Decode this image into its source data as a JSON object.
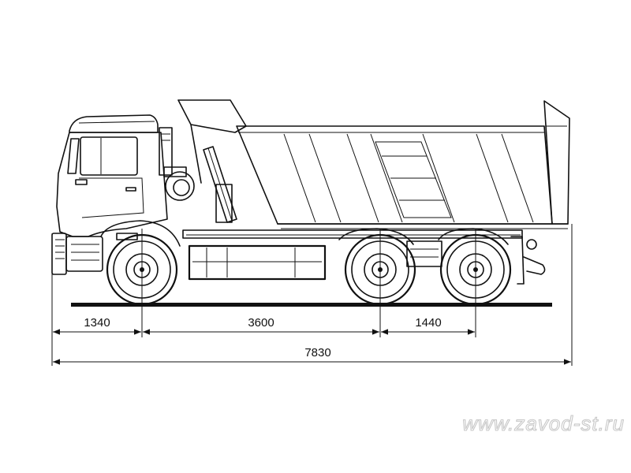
{
  "diagram": {
    "subject": "dump-truck-side-view",
    "dimensions": {
      "front_overhang": "1340",
      "wheelbase": "3600",
      "rear_axle_spacing": "1440",
      "overall_length": "7830"
    },
    "watermark": "www.zavod-st.ru"
  }
}
